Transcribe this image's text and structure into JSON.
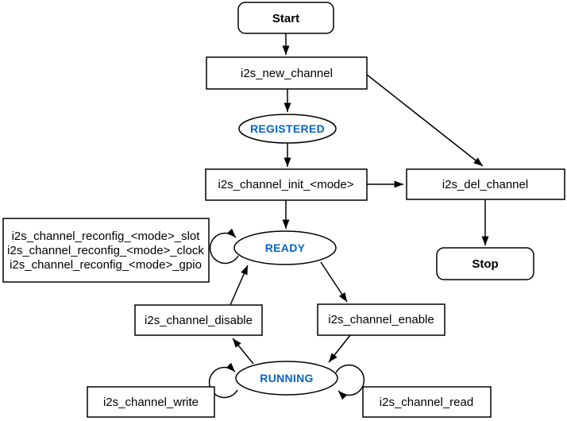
{
  "diagram": {
    "title": "I2S channel state machine flowchart",
    "background_color": "#FFFFFF",
    "stroke_color": "#000000",
    "state_text_color": "#0066CC",
    "nodes": {
      "start": {
        "label": "Start",
        "shape": "rounded-rect"
      },
      "new_channel": {
        "label": "i2s_new_channel",
        "shape": "rect"
      },
      "registered": {
        "label": "REGISTERED",
        "shape": "ellipse",
        "text_color": "#0066CC"
      },
      "channel_init": {
        "label": "i2s_channel_init_<mode>",
        "shape": "rect"
      },
      "del_channel": {
        "label": "i2s_del_channel",
        "shape": "rect"
      },
      "stop": {
        "label": "Stop",
        "shape": "rounded-rect"
      },
      "reconfig": {
        "shape": "rect",
        "lines": [
          "i2s_channel_reconfig_<mode>_slot",
          "i2s_channel_reconfig_<mode>_clock",
          "i2s_channel_reconfig_<mode>_gpio"
        ]
      },
      "ready": {
        "label": "READY",
        "shape": "ellipse",
        "text_color": "#0066CC"
      },
      "channel_disable": {
        "label": "i2s_channel_disable",
        "shape": "rect"
      },
      "channel_enable": {
        "label": "i2s_channel_enable",
        "shape": "rect"
      },
      "running": {
        "label": "RUNNING",
        "shape": "ellipse",
        "text_color": "#0066CC"
      },
      "channel_write": {
        "label": "i2s_channel_write",
        "shape": "rect"
      },
      "channel_read": {
        "label": "i2s_channel_read",
        "shape": "rect"
      }
    },
    "edges": [
      {
        "from": "start",
        "to": "new_channel"
      },
      {
        "from": "new_channel",
        "to": "registered"
      },
      {
        "from": "new_channel",
        "to": "del_channel"
      },
      {
        "from": "registered",
        "to": "channel_init"
      },
      {
        "from": "channel_init",
        "to": "del_channel"
      },
      {
        "from": "channel_init",
        "to": "ready"
      },
      {
        "from": "del_channel",
        "to": "stop"
      },
      {
        "from": "ready",
        "to": "ready",
        "note": "self-loop (reconfig functions)"
      },
      {
        "from": "channel_disable",
        "to": "ready"
      },
      {
        "from": "ready",
        "to": "channel_enable"
      },
      {
        "from": "channel_enable",
        "to": "running"
      },
      {
        "from": "running",
        "to": "channel_disable"
      },
      {
        "from": "running",
        "to": "running",
        "note": "self-loop (i2s_channel_write)"
      },
      {
        "from": "running",
        "to": "running",
        "note": "self-loop (i2s_channel_read)"
      }
    ]
  }
}
